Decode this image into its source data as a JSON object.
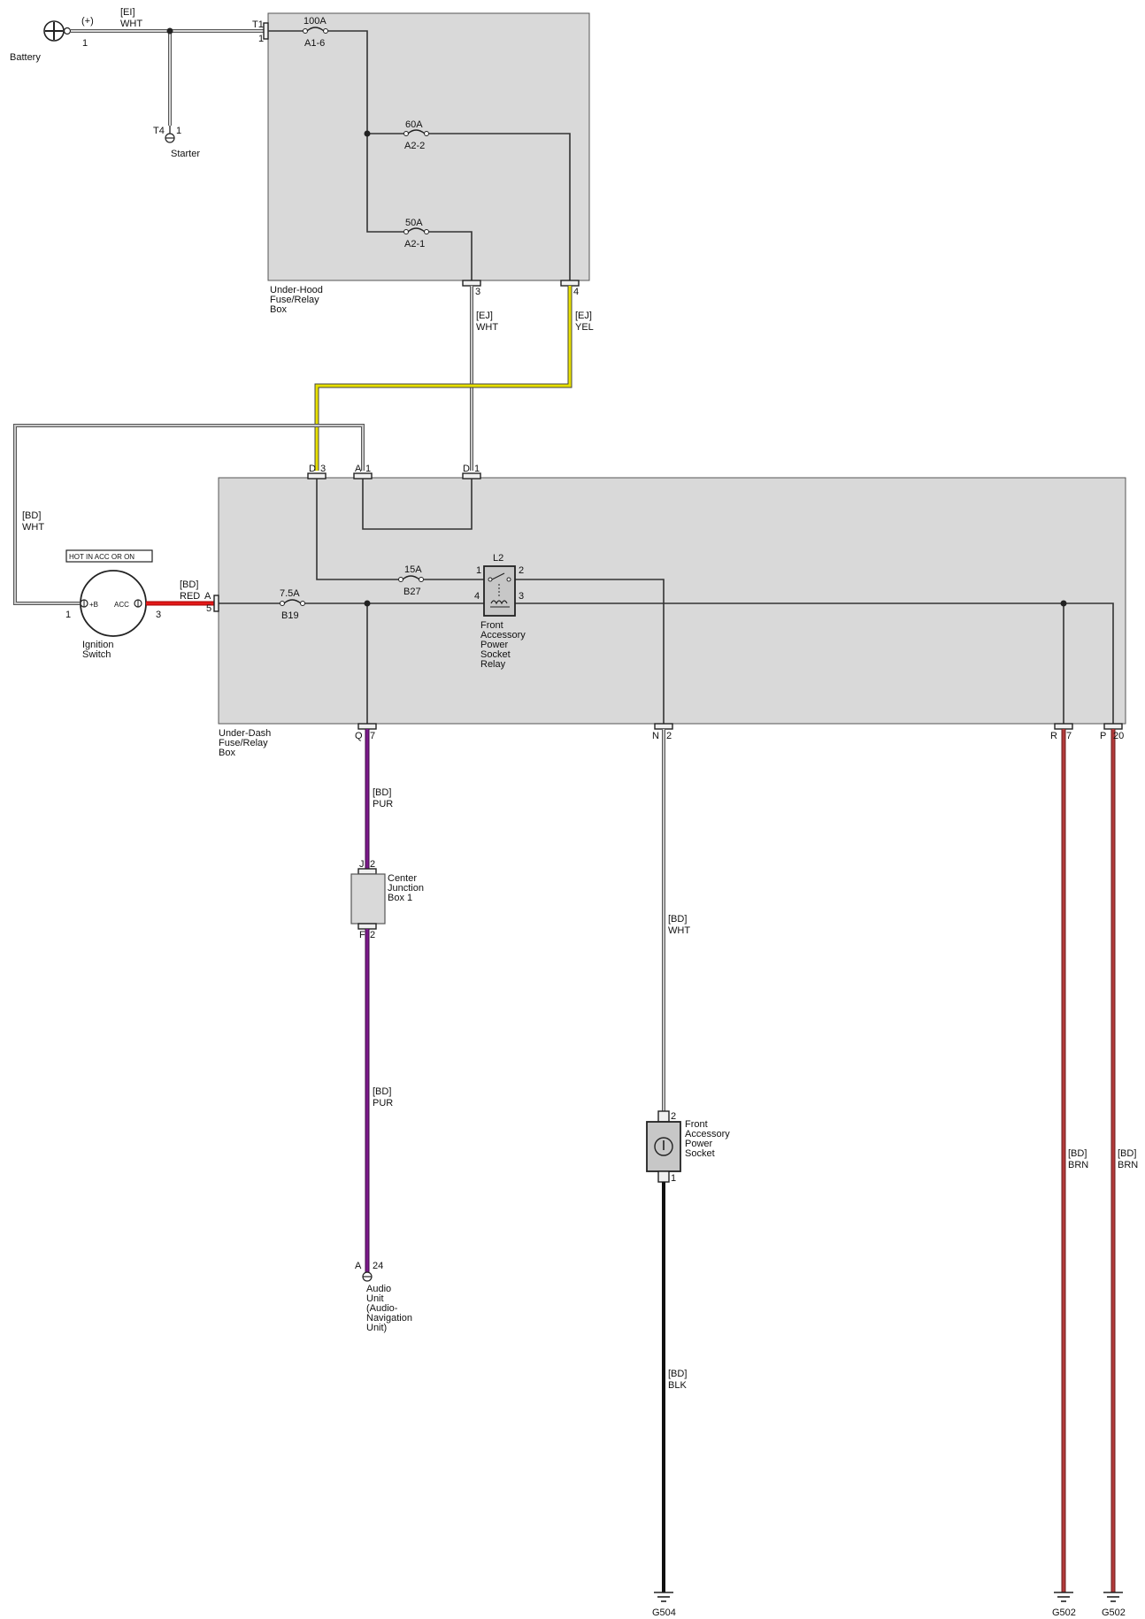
{
  "components": {
    "battery": {
      "name": "Battery",
      "polarity": "(+)",
      "pin": "1"
    },
    "battery_wire": {
      "harness": "[EI]",
      "color": "WHT"
    },
    "starter": {
      "name": "Starter",
      "connector": "T4",
      "pin": "1"
    },
    "under_hood_box": {
      "name_lines": [
        "Under-Hood",
        "Fuse/Relay",
        "Box"
      ],
      "input_connector": "T1",
      "input_pin": "1",
      "out3_pin": "3",
      "out4_pin": "4"
    },
    "under_dash_box": {
      "name_lines": [
        "Under-Dash",
        "Fuse/Relay",
        "Box"
      ]
    },
    "ignition_switch": {
      "name_lines": [
        "Ignition",
        "Switch"
      ],
      "badge": "HOT IN ACC OR ON",
      "terminal_b": "+B",
      "terminal_acc": "ACC",
      "pin_left": "1",
      "pin_right": "3"
    },
    "relay": {
      "id": "L2",
      "name_lines": [
        "Front",
        "Accessory",
        "Power",
        "Socket",
        "Relay"
      ],
      "pins": [
        "1",
        "2",
        "4",
        "3"
      ]
    },
    "center_junction": {
      "name_lines": [
        "Center",
        "Junction",
        "Box 1"
      ],
      "top_conn": "J",
      "top_pin": "2",
      "bottom_conn": "F",
      "bottom_pin": "2"
    },
    "audio_unit": {
      "name_lines": [
        "Audio",
        "Unit",
        "(Audio-",
        "Navigation",
        "Unit)"
      ],
      "connector": "A",
      "pin": "24"
    },
    "power_socket": {
      "name_lines": [
        "Front",
        "Accessory",
        "Power",
        "Socket"
      ],
      "pin_top": "2",
      "pin_bottom": "1"
    }
  },
  "fuses": [
    {
      "amp": "100A",
      "id": "A1-6"
    },
    {
      "amp": "60A",
      "id": "A2-2"
    },
    {
      "amp": "50A",
      "id": "A2-1"
    },
    {
      "amp": "15A",
      "id": "B27"
    },
    {
      "amp": "7.5A",
      "id": "B19"
    }
  ],
  "connectors": {
    "d3": {
      "letter": "D",
      "pin": "3"
    },
    "a1": {
      "letter": "A",
      "pin": "1"
    },
    "d1": {
      "letter": "D",
      "pin": "1"
    },
    "a5": {
      "letter": "A",
      "pin": "5"
    },
    "q7": {
      "letter": "Q",
      "pin": "7"
    },
    "n2": {
      "letter": "N",
      "pin": "2"
    },
    "r7": {
      "letter": "R",
      "pin": "7"
    },
    "p20": {
      "letter": "P",
      "pin": "20"
    }
  },
  "wires": {
    "hood_wht": {
      "harness": "[EJ]",
      "color": "WHT"
    },
    "hood_yel": {
      "harness": "[EJ]",
      "color": "YEL"
    },
    "ign_wht": {
      "harness": "[BD]",
      "color": "WHT"
    },
    "ign_red": {
      "harness": "[BD]",
      "color": "RED"
    },
    "pur_1": {
      "harness": "[BD]",
      "color": "PUR"
    },
    "pur_2": {
      "harness": "[BD]",
      "color": "PUR"
    },
    "socket_wht": {
      "harness": "[BD]",
      "color": "WHT"
    },
    "socket_blk": {
      "harness": "[BD]",
      "color": "BLK"
    },
    "brn_1": {
      "harness": "[BD]",
      "color": "BRN"
    },
    "brn_2": {
      "harness": "[BD]",
      "color": "BRN"
    }
  },
  "grounds": {
    "g504": "G504",
    "g502a": "G502",
    "g502b": "G502"
  },
  "wire_colors": {
    "wht": "#c8c8c8",
    "yel": "#e8e000",
    "red": "#e21a1a",
    "pur": "#7b1a8a",
    "brn": "#b23a3a",
    "blk": "#111111"
  }
}
